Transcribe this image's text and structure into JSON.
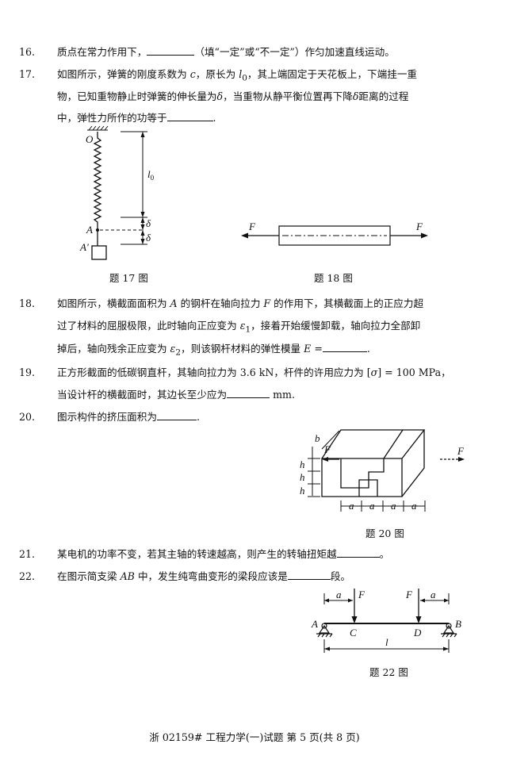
{
  "q16": {
    "num": "16.",
    "text_a": "质点在常力作用下，",
    "text_b": "（填“一定”或“不一定”）作匀加速直线运动。"
  },
  "q17": {
    "num": "17.",
    "line1_a": "如图所示，弹簧的刚度系数为 ",
    "c": "c",
    "line1_b": "，原长为 ",
    "l0": "l",
    "l0_sub": "0",
    "line1_c": "，其上端固定于天花板上，下端挂一重",
    "line2_a": "物，已知重物静止时弹簧的伸长量为",
    "delta": "δ",
    "line2_b": "，当重物从静平衡位置再下降",
    "line2_c": "距离的过程",
    "line3_a": "中，弹性力所作的功等于",
    "line3_b": "."
  },
  "fig17": {
    "caption": "题 17 图",
    "O": "O",
    "A": "A",
    "A2": "A′",
    "l0": "l",
    "l0_sub": "0",
    "d": "δ"
  },
  "fig18": {
    "caption": "题 18 图",
    "F": "F"
  },
  "q18": {
    "num": "18.",
    "line1_a": "如图所示，横截面面积为 ",
    "A": "A",
    "line1_b": " 的钢杆在轴向拉力 ",
    "F": "F",
    "line1_c": " 的作用下，其横截面上的正应力超",
    "line2_a": "过了材料的屈服极限，此时轴向正应变为 ",
    "e": "ε",
    "e1": "1",
    "line2_b": "，接着开始缓慢卸载，轴向拉力全部卸",
    "line3_a": "掉后，轴向残余正应变为 ",
    "e2": "2",
    "line3_b": "，则该钢杆材料的弹性模量 ",
    "E": "E",
    "line3_c": " =",
    "line3_d": "."
  },
  "q19": {
    "num": "19.",
    "line1_a": "正方形截面的低碳钢直杆，其轴向拉力为 3.6 kN，杆件的许用应力为 [",
    "sigma": "σ",
    "line1_b": "] = 100 MPa，",
    "line2_a": "当设计杆的横截面时，其边长至少应为",
    "line2_b": " mm."
  },
  "q20": {
    "num": "20.",
    "text_a": "图示构件的挤压面积为",
    "text_b": "."
  },
  "fig20": {
    "caption": "题 20 图",
    "b": "b",
    "h": "h",
    "a": "a",
    "F": "F"
  },
  "q21": {
    "num": "21.",
    "text_a": "某电机的功率不变，若其主轴的转速越高，则产生的转轴扭矩越",
    "text_b": "。"
  },
  "q22": {
    "num": "22.",
    "text_a": "在图示简支梁 ",
    "AB": "AB",
    "text_b": " 中，发生纯弯曲变形的梁段应该是",
    "text_c": "段。"
  },
  "fig22": {
    "caption": "题 22 图",
    "A": "A",
    "B": "B",
    "C": "C",
    "D": "D",
    "F": "F",
    "a": "a",
    "l": "l"
  },
  "footer": {
    "text": "浙 02159# 工程力学(一)试题 第 5 页(共 8 页)"
  }
}
